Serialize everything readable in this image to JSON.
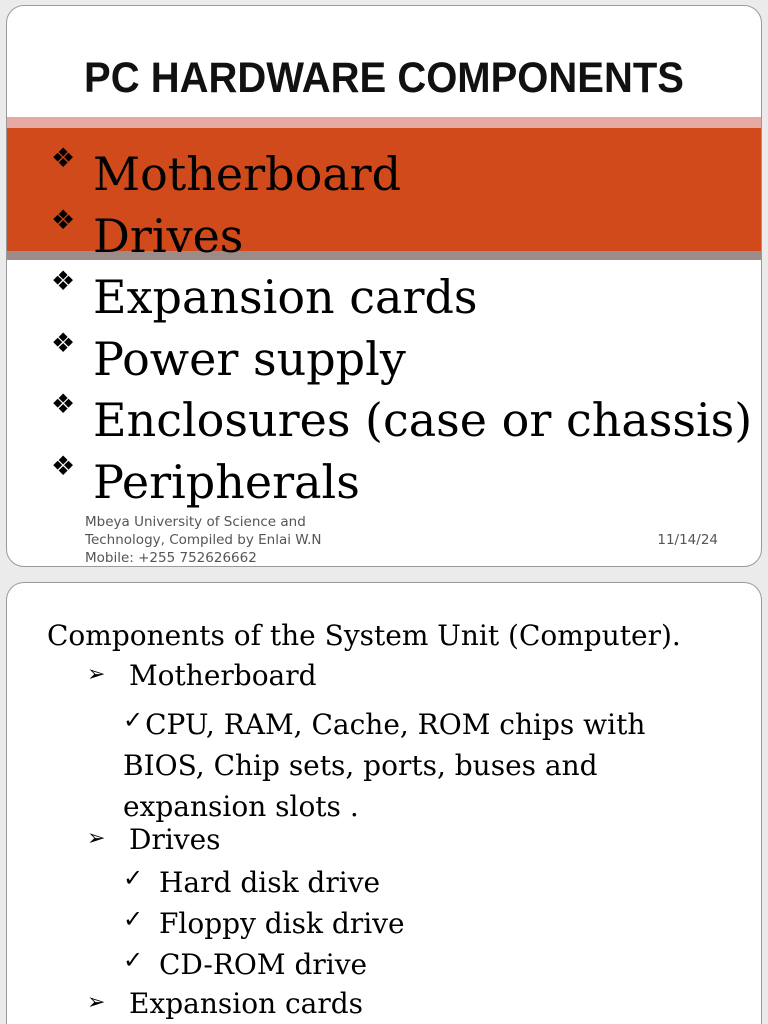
{
  "slide1": {
    "title": "PC HARDWARE COMPONENTS",
    "bullet_glyph": "❖",
    "items": [
      "Motherboard",
      "Drives",
      "Expansion cards",
      "Power supply",
      "Enclosures (case or chassis)",
      "Peripherals"
    ],
    "footer": {
      "line1": "Mbeya University of Science and",
      "line2": "Technology, Compiled by Enlai W.N",
      "line3": "Mobile: +255 752626662",
      "date": "11/14/24"
    },
    "colors": {
      "band": "#d04a1b",
      "band_top": "#e7a9a4",
      "band_bottom": "#9c8b89"
    }
  },
  "slide2": {
    "heading": "Components of the System Unit (Computer).",
    "arrow_glyph": "➢",
    "check_glyph": "✓",
    "motherboard": {
      "label": "Motherboard",
      "detail": "CPU, RAM, Cache, ROM chips with BIOS, Chip sets, ports, buses and expansion slots ."
    },
    "drives": {
      "label": "Drives",
      "items": [
        "Hard disk drive",
        "Floppy disk drive",
        "CD-ROM drive"
      ]
    },
    "expansion": {
      "label": "Expansion cards"
    }
  }
}
